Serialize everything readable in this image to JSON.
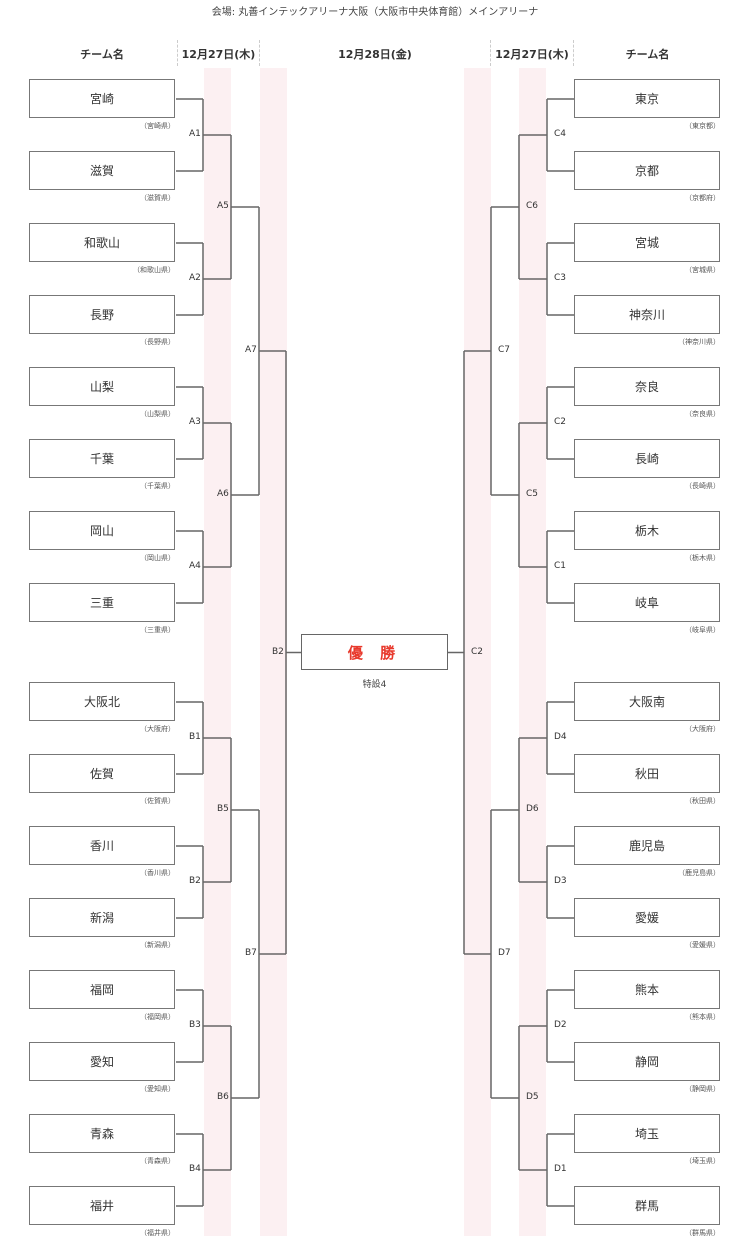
{
  "venue": "会場: 丸善インテックアリーナ大阪（大阪市中央体育館）メインアリーナ",
  "headers": {
    "team_left": "チーム名",
    "day1_left": "12月27日(木)",
    "day2": "12月28日(金)",
    "day1_right": "12月27日(木)",
    "team_right": "チーム名"
  },
  "champion": {
    "label": "優 勝",
    "note": "特設4",
    "color": "#e8392c"
  },
  "left_teams": [
    {
      "name": "宮崎",
      "pref": "（宮崎県）"
    },
    {
      "name": "滋賀",
      "pref": "（滋賀県）"
    },
    {
      "name": "和歌山",
      "pref": "（和歌山県）"
    },
    {
      "name": "長野",
      "pref": "（長野県）"
    },
    {
      "name": "山梨",
      "pref": "（山梨県）"
    },
    {
      "name": "千葉",
      "pref": "（千葉県）"
    },
    {
      "name": "岡山",
      "pref": "（岡山県）"
    },
    {
      "name": "三重",
      "pref": "（三重県）"
    },
    {
      "name": "大阪北",
      "pref": "（大阪府）"
    },
    {
      "name": "佐賀",
      "pref": "（佐賀県）"
    },
    {
      "name": "香川",
      "pref": "（香川県）"
    },
    {
      "name": "新潟",
      "pref": "（新潟県）"
    },
    {
      "name": "福岡",
      "pref": "（福岡県）"
    },
    {
      "name": "愛知",
      "pref": "（愛知県）"
    },
    {
      "name": "青森",
      "pref": "（青森県）"
    },
    {
      "name": "福井",
      "pref": "（福井県）"
    }
  ],
  "right_teams": [
    {
      "name": "東京",
      "pref": "（東京都）"
    },
    {
      "name": "京都",
      "pref": "（京都府）"
    },
    {
      "name": "宮城",
      "pref": "（宮城県）"
    },
    {
      "name": "神奈川",
      "pref": "（神奈川県）"
    },
    {
      "name": "奈良",
      "pref": "（奈良県）"
    },
    {
      "name": "長崎",
      "pref": "（長崎県）"
    },
    {
      "name": "栃木",
      "pref": "（栃木県）"
    },
    {
      "name": "岐阜",
      "pref": "（岐阜県）"
    },
    {
      "name": "大阪南",
      "pref": "（大阪府）"
    },
    {
      "name": "秋田",
      "pref": "（秋田県）"
    },
    {
      "name": "鹿児島",
      "pref": "（鹿児島県）"
    },
    {
      "name": "愛媛",
      "pref": "（愛媛県）"
    },
    {
      "name": "熊本",
      "pref": "（熊本県）"
    },
    {
      "name": "静岡",
      "pref": "（静岡県）"
    },
    {
      "name": "埼玉",
      "pref": "（埼玉県）"
    },
    {
      "name": "群馬",
      "pref": "（群馬県）"
    }
  ],
  "left_matches": {
    "round1": [
      "A1",
      "A2",
      "A3",
      "A4",
      "B1",
      "B2",
      "B3",
      "B4"
    ],
    "round2": [
      "A5",
      "A6",
      "B5",
      "B6"
    ],
    "round3": [
      "A7",
      "B7"
    ],
    "semi": "B2"
  },
  "right_matches": {
    "round1": [
      "C4",
      "C3",
      "C2",
      "C1",
      "D4",
      "D3",
      "D2",
      "D1"
    ],
    "round2": [
      "C6",
      "C5",
      "D6",
      "D5"
    ],
    "round3": [
      "C7",
      "D7"
    ],
    "semi": "C2"
  }
}
